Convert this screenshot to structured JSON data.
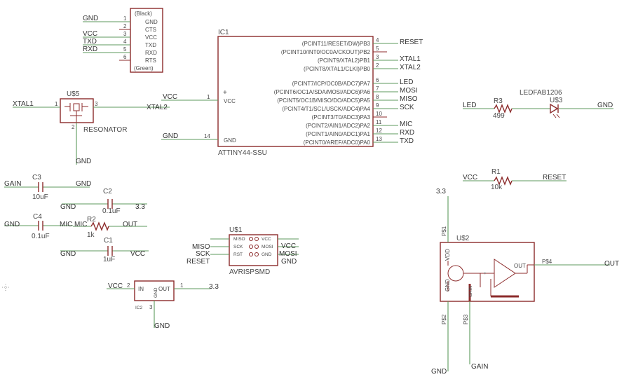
{
  "ftdi": {
    "top_label": "(Black)",
    "bottom_label": "(Green)",
    "pins": [
      "GND",
      "CTS",
      "VCC",
      "TXD",
      "RXD",
      "RTS"
    ],
    "pin_numbers": [
      "1",
      "2",
      "3",
      "4",
      "5",
      "6"
    ],
    "nets": [
      "GND",
      "VCC",
      "TXD",
      "RXD"
    ]
  },
  "ic1": {
    "name": "IC1",
    "value": "ATTINY44-SSU",
    "left_pins": [
      {
        "label": "VCC",
        "number": "1",
        "net": "VCC"
      },
      {
        "label": "GND",
        "number": "14",
        "net": "GND"
      }
    ],
    "right_pins": [
      {
        "label": "(PCINT11/RESET/DW)PB3",
        "number": "4",
        "net": "RESET"
      },
      {
        "label": "(PCINT10/INT0/OC0A/CKOUT)PB2",
        "number": "5",
        "net": ""
      },
      {
        "label": "(PCINT9/XTAL2)PB1",
        "number": "3",
        "net": "XTAL1"
      },
      {
        "label": "(PCINT8/XTAL1/CLKI)PB0",
        "number": "2",
        "net": "XTAL2"
      },
      {
        "label": "(PCINT7/ICP/OC0B/ADC7)PA7",
        "number": "6",
        "net": "LED"
      },
      {
        "label": "(PCINT6/OC1A/SDA/MOSI/ADC6)PA6",
        "number": "7",
        "net": "MOSI"
      },
      {
        "label": "(PCINT5/OC1B/MISO/DO/ADC5)PA5",
        "number": "8",
        "net": "MISO"
      },
      {
        "label": "(PCINT4/T1/SCL/USCK/ADC4)PA4",
        "number": "9",
        "net": "SCK"
      },
      {
        "label": "(PCINT3/T0/ADC3)PA3",
        "number": "10",
        "net": ""
      },
      {
        "label": "(PCINT2/AIN1/ADC2)PA2",
        "number": "11",
        "net": "MIC"
      },
      {
        "label": "(PCINT1/AIN0/ADC1)PA1",
        "number": "12",
        "net": "RXD"
      },
      {
        "label": "(PCINT0/AREF/ADC0)PA0",
        "number": "13",
        "net": "TXD"
      }
    ]
  },
  "resonator": {
    "name": "U$5",
    "value": "RESONATOR",
    "pin_numbers": [
      "1",
      "2",
      "3"
    ],
    "nets": [
      "XTAL1",
      "XTAL2",
      "GND"
    ]
  },
  "led": {
    "net": "LED",
    "resistor_name": "R3",
    "resistor_value": "499",
    "led_name": "U$3",
    "led_value": "LEDFAB1206",
    "gnd": "GND"
  },
  "r1": {
    "net_left": "VCC",
    "name": "R1",
    "value": "10k",
    "net_right": "RESET"
  },
  "c3": {
    "net_left": "GAIN",
    "name": "C3",
    "value": "10uF",
    "net_right": "GND"
  },
  "c2": {
    "net_left": "GND",
    "name": "C2",
    "value": "0.1uF",
    "net_right": "3.3"
  },
  "c4": {
    "net_left": "GND",
    "name": "C4",
    "value": "0.1uF",
    "net_right": "MIC"
  },
  "r2": {
    "net_left": "MIC",
    "name": "R2",
    "value": "1k",
    "net_right": "OUT"
  },
  "c1": {
    "net_left": "GND",
    "name": "C1",
    "value": "1uF",
    "net_right": "VCC"
  },
  "avr": {
    "name": "U$1",
    "value": "AVRISPSMD",
    "left_pins": [
      "MISO",
      "SCK",
      "RST"
    ],
    "right_pins": [
      "VCC",
      "MOSI",
      "GND"
    ],
    "left_nets": [
      "MISO",
      "SCK",
      "RESET"
    ],
    "right_nets": [
      "VCC",
      "MOSI",
      "GND"
    ]
  },
  "ic2": {
    "name": "IC2",
    "in_label": "IN",
    "out_label": "OUT",
    "gnd_label": "GND",
    "pin_in": "2",
    "pin_out": "1",
    "pin_gnd": "3",
    "net_in": "VCC",
    "net_out": "3.3",
    "net_gnd": "GND"
  },
  "mic": {
    "name": "U$2",
    "vdd_label": "VDD",
    "gnd_label": "GND",
    "gain_label": "GAIN",
    "out_label": "OUT",
    "plus": "+",
    "p1": "P$1",
    "p2": "P$2",
    "p3": "P$3",
    "p4": "P$4",
    "net_vdd": "3.3",
    "net_gnd": "GND",
    "net_gain": "GAIN",
    "net_out": "OUT"
  },
  "colors": {
    "wire": "#5c9a5c",
    "part": "#8c2b2b",
    "text": "#4a4a4a"
  }
}
